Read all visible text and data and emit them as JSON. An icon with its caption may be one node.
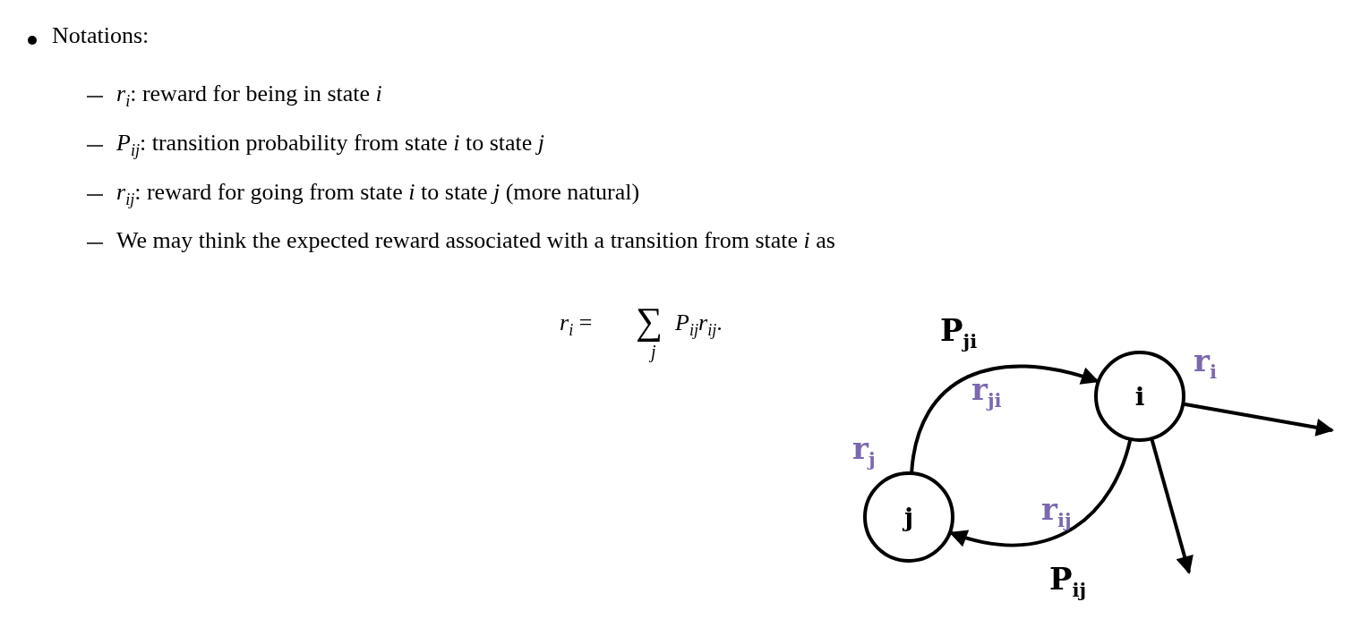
{
  "diagram": {
    "nodes": [
      {
        "text": [
          "j"
        ],
        "beside": [
          "r$_{j}$"
        ]
      },
      {
        "text": [
          "i"
        ],
        "beside": [
          "r$_{i}$"
        ]
      }
    ],
    "edges": [
      {
        "from": 0,
        "to": 1,
        "arrow": "to",
        "label": "P$_{ji}$"
      },
      {
        "from": 1,
        "to": 0,
        "arrow": "to",
        "label": "P$_{ij}$"
      },
      {
        "from": 1,
        "to": null,
        "arrow": "to"
      },
      {
        "from": 1,
        "to": null,
        "arrow": "to"
      }
    ],
    "labels": [
      "Notations:",
      "*r*$_{i}$: reward for being in state *i*",
      "*P*$_{ij}$: transition probability from state *i* to state *j*",
      "*r*$_{ij}$: reward for going from state *i* to state *j* (more natural)",
      "We may think the expected reward associated with a transition from state *i* as",
      "*r*$_{i}$ =",
      "∑",
      "*j*",
      "*P*$_{ij}$*r*$_{ij}$.",
      "r$_{ji}$",
      "r$_{ij}$"
    ]
  }
}
